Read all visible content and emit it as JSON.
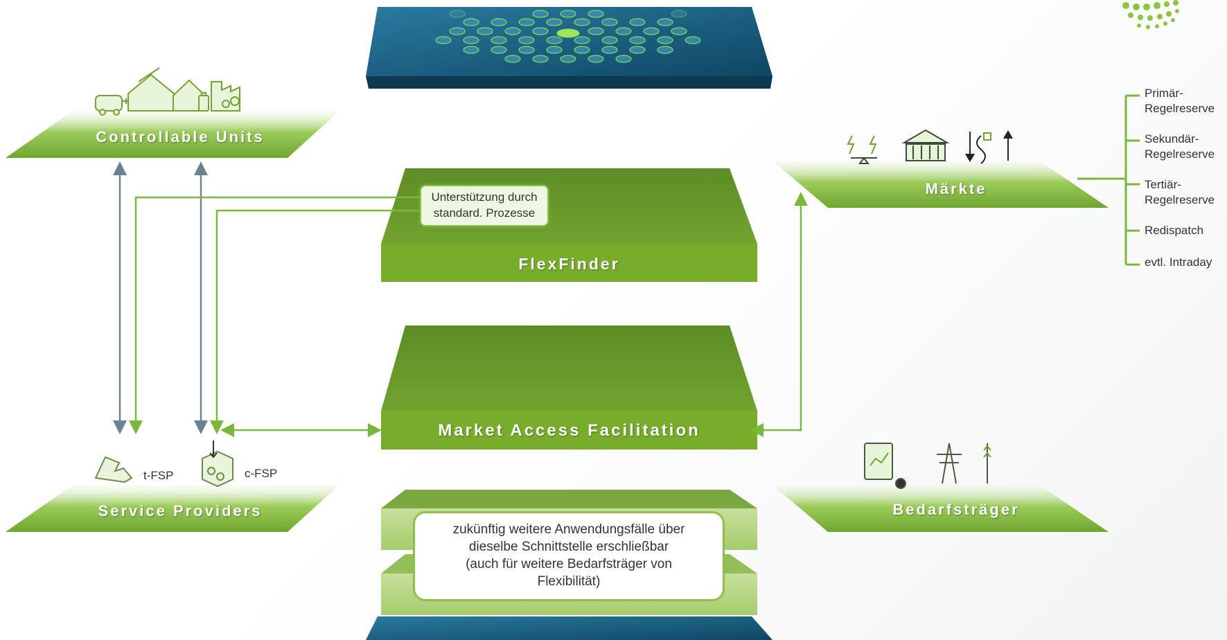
{
  "platforms": {
    "controllable_units": "Controllable Units",
    "service_providers": "Service Providers",
    "maerkte": "Märkte",
    "bedarfstraeger": "Bedarfsträger"
  },
  "layers": {
    "flexfinder": "FlexFinder",
    "market_access": "Market Access Facilitation"
  },
  "notes": {
    "support_line1": "Unterstützung durch",
    "support_line2": "standard. Prozesse",
    "future_line1": "zukünftig weitere Anwendungsfälle über",
    "future_line2": "dieselbe Schnittstelle erschließbar",
    "future_line3": "(auch für weitere Bedarfsträger von",
    "future_line4": "Flexibilität)"
  },
  "providers": {
    "t_fsp": "t-FSP",
    "c_fsp": "c-FSP"
  },
  "markets": [
    {
      "line1": "Primär-",
      "line2": "Regelreserve"
    },
    {
      "line1": "Sekundär-",
      "line2": "Regelreserve"
    },
    {
      "line1": "Tertiär-",
      "line2": "Regelreserve"
    },
    {
      "line1": "Redispatch",
      "line2": ""
    },
    {
      "line1": "evtl. Intraday",
      "line2": ""
    }
  ],
  "colors": {
    "green_dark": "#5f8f2a",
    "green_mid": "#7aac36",
    "green_light": "#a9d36b",
    "arrow_green": "#7ab83c",
    "arrow_gray": "#6b8290",
    "platform_blue": "#1d5f7e"
  }
}
